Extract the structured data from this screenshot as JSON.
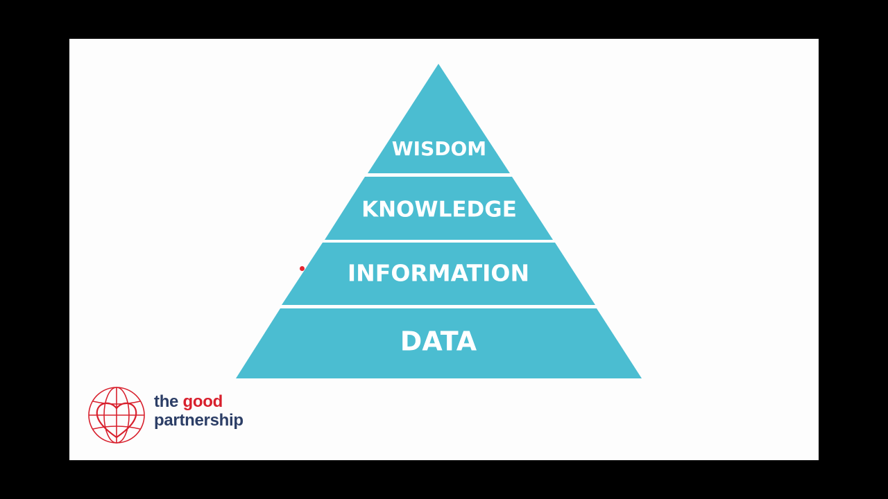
{
  "diagram": {
    "layers": [
      {
        "label": "WISDOM"
      },
      {
        "label": "KNOWLEDGE"
      },
      {
        "label": "INFORMATION"
      },
      {
        "label": "DATA"
      }
    ],
    "fill_color": "#4bbdd1",
    "label_color": "#ffffff"
  },
  "logo": {
    "word_the": "the",
    "word_good": "good",
    "word_partnership": "partnership",
    "brand_red": "#d8202d",
    "brand_navy": "#2c3e66",
    "icon": "globe-heart-icon"
  },
  "colors": {
    "letterbox": "#000000",
    "slide_background": "#fdfdfd",
    "pointer": "#e52530"
  }
}
